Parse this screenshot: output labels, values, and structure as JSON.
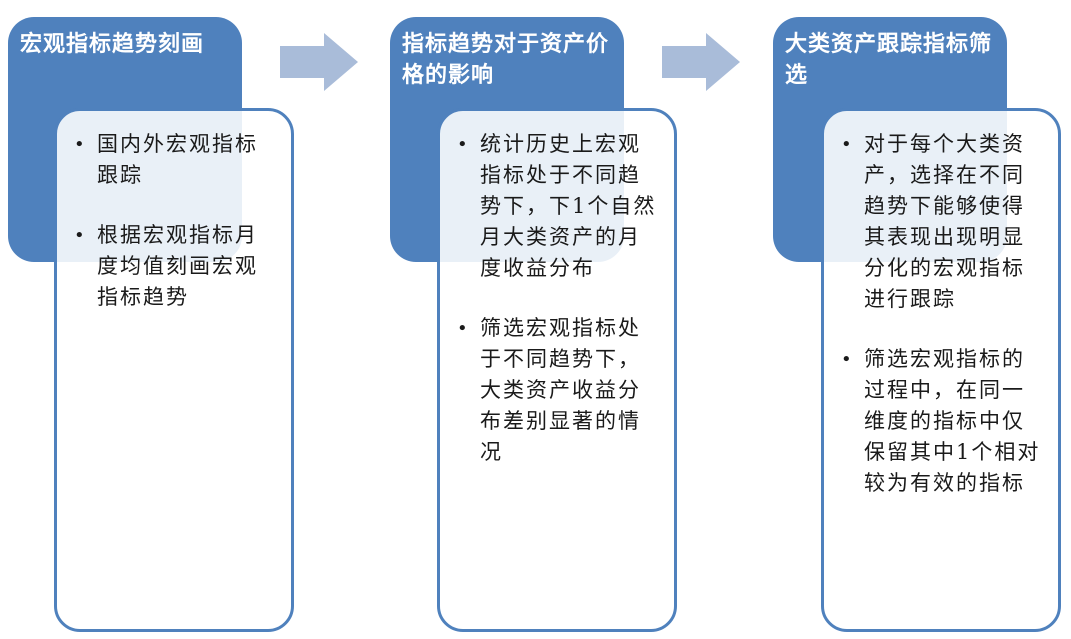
{
  "colors": {
    "header_fill": "#4f81bd",
    "body_border": "#4f81bd",
    "arrow_fill": "#a9bcd9",
    "header_text": "#ffffff",
    "body_text": "#1a1a1a"
  },
  "steps": [
    {
      "title": "宏观指标趋势刻画",
      "bullets": [
        "国内外宏观指标跟踪",
        "根据宏观指标月度均值刻画宏观指标趋势"
      ]
    },
    {
      "title": "指标趋势对于资产价格的影响",
      "bullets": [
        "统计历史上宏观指标处于不同趋势下，下1个自然月大类资产的月度收益分布",
        "筛选宏观指标处于不同趋势下，大类资产收益分布差别显著的情况"
      ]
    },
    {
      "title": "大类资产跟踪指标筛选",
      "bullets": [
        "对于每个大类资产，选择在不同趋势下能够使得其表现出现明显分化的宏观指标进行跟踪",
        "筛选宏观指标的过程中，在同一维度的指标中仅保留其中1个相对较为有效的指标"
      ]
    }
  ],
  "bullet_glyph": "•",
  "arrows": [
    {
      "from": 1,
      "to": 2,
      "icon": "right-arrow-icon"
    },
    {
      "from": 2,
      "to": 3,
      "icon": "right-arrow-icon"
    }
  ]
}
